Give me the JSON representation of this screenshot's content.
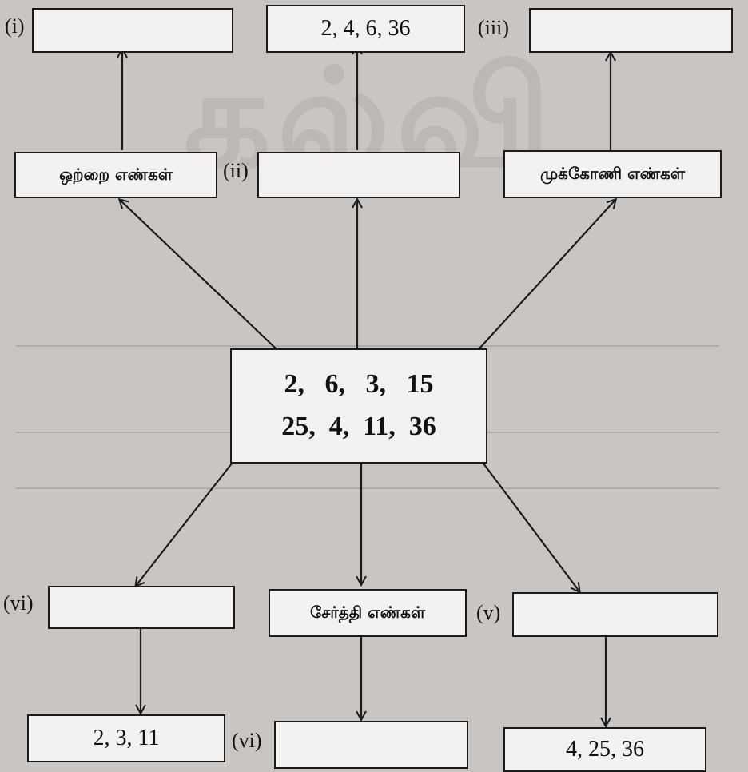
{
  "watermark": "கல்வி",
  "center": {
    "line1": "2,   6,   3,   15",
    "line2": "25,  4,  11,  36"
  },
  "top": {
    "i": {
      "marker": "(i)",
      "value": ""
    },
    "middle_value": "2,  4,  6,  36",
    "iii": {
      "marker": "(iii)",
      "value": ""
    }
  },
  "second": {
    "odd_label": "ஒற்றை எண்கள்",
    "ii": {
      "marker": "(ii)",
      "value": ""
    },
    "triangular_label": "முக்கோணி எண்கள்"
  },
  "lower": {
    "vi_left": {
      "marker": "(vi)",
      "value": ""
    },
    "composite_label": "சேர்த்தி எண்கள்",
    "v": {
      "marker": "(v)",
      "value": ""
    }
  },
  "bottom": {
    "left_value": "2,  3,  11",
    "vi_mid": {
      "marker": "(vi)",
      "value": ""
    },
    "right_value": "4,  25,  36"
  }
}
